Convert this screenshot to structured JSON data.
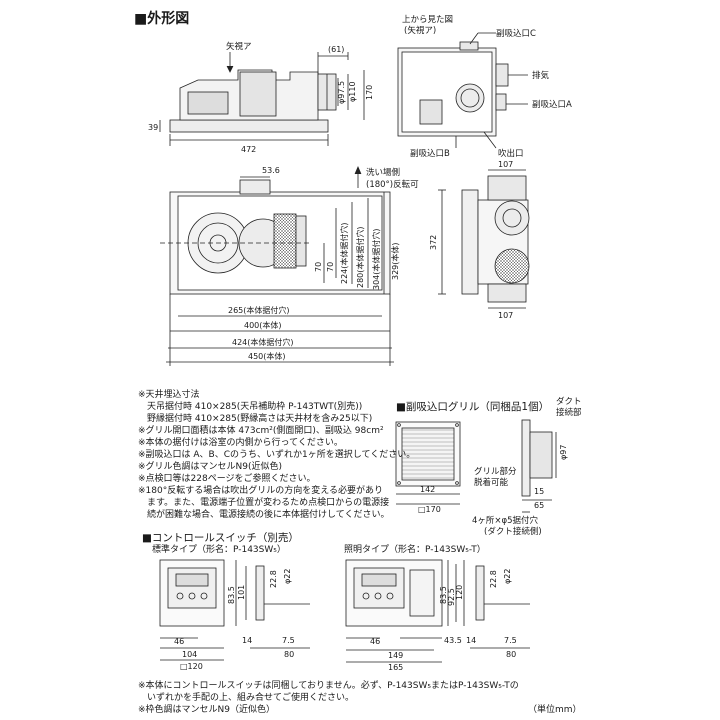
{
  "page": {
    "title": "■外形図",
    "unit_label": "（単位mm）"
  },
  "side_view": {
    "arrow_a_label": "矢視ア",
    "d61": "(61)",
    "d97_5": "φ97.5",
    "d110": "φ110",
    "d170": "170",
    "d39": "39",
    "d472": "472"
  },
  "top_view": {
    "caption_line1": "上から見た図",
    "caption_line2": "(矢視ア)",
    "port_c": "副吸込口C",
    "exhaust": "排気",
    "port_a": "副吸込口A",
    "port_b": "副吸込口B",
    "outlet": "吹出口"
  },
  "plan_view": {
    "d53_6": "53.6",
    "note_line1": "洗い場側",
    "note_line2": "(180°)反転可",
    "d70a": "70",
    "d70b": "70",
    "d224": "224(本体据付穴)",
    "d280": "280(本体据付穴)",
    "d304": "304(本体据付穴)",
    "d329": "329(本体)",
    "d265": "265(本体据付穴)",
    "d400": "400(本体)",
    "d424": "424(本体据付穴)",
    "d450": "450(本体)"
  },
  "end_view": {
    "d107_top": "107",
    "d107_bottom": "107",
    "d372": "372"
  },
  "notes": {
    "lines": [
      "※天井埋込寸法",
      "　天吊据付時 410×285(天吊補助枠 P-143TWT(別売))",
      "　野縁据付時 410×285(野縁高さは天井材を含み25以下)",
      "※グリル開口面積は本体 473cm²(側面開口)、副吸込 98cm²",
      "※本体の据付けは浴室の内側から行ってください。",
      "※副吸込口は A、B、Cのうち、いずれか1ヶ所を選択してください。",
      "※グリル色調はマンセルN9(近似色)",
      "※点検口等は228ページをご参照ください。",
      "※180°反転する場合は吹出グリルの方向を変える必要があり",
      "　ます。また、電源端子位置が変わるため点検口からの電源接",
      "　続が困難な場合、電源接続の後に本体据付けしてください。"
    ]
  },
  "grille": {
    "title": "■副吸込口グリル（同梱品1個）",
    "duct_label_line1": "ダクト",
    "duct_label_line2": "接続部",
    "removable_line1": "グリル部分",
    "removable_line2": "脱着可能",
    "d97": "φ97",
    "d142": "142",
    "d170": "□170",
    "d15": "15",
    "d65": "65",
    "holes": "4ヶ所×φ5据付穴",
    "duct_side": "(ダクト接続側)"
  },
  "switch": {
    "title": "■コントロールスイッチ（別売）",
    "standard": {
      "label": "標準タイプ（形名：P-143SW₅）",
      "d22_8": "22.8",
      "d22": "φ22",
      "d83_5": "83.5",
      "d101": "101",
      "d46": "46",
      "d104": "104",
      "d120": "□120",
      "d14": "14",
      "d7_5": "7.5",
      "d80": "80"
    },
    "lighting": {
      "label": "照明タイプ（形名：P-143SW₅-T）",
      "d22_8": "22.8",
      "d22": "φ22",
      "d83_5": "83.5",
      "d92_5": "92.5",
      "d120": "120",
      "d46": "46",
      "d149": "149",
      "d165": "165",
      "d43_5": "43.5",
      "d14": "14",
      "d7_5": "7.5",
      "d80": "80"
    }
  },
  "footer": {
    "line1": "※本体にコントロールスイッチは同梱しておりません。必ず、P-143SW₅またはP-143SW₅-Tの",
    "line2": "　いずれかを手配の上、組み合せてご使用ください。",
    "line3": "※枠色調はマンセルN9（近似色）"
  },
  "colors": {
    "line": "#222222",
    "fill_light": "#f2f2f2",
    "fill_mid": "#e2e2e2",
    "fill_dark": "#c8c8c8",
    "hatch": "#6a6a6a"
  }
}
